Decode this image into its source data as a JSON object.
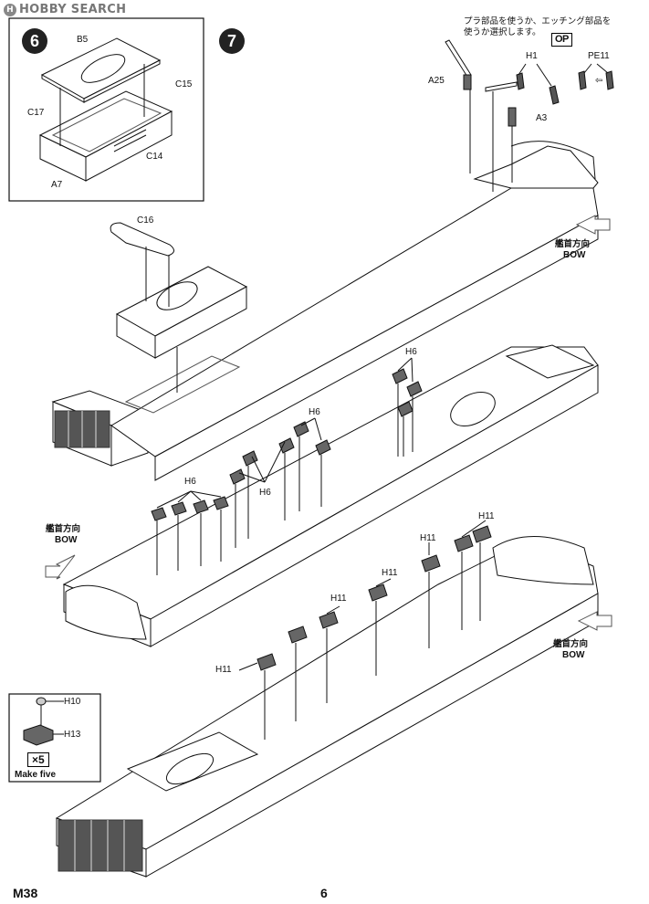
{
  "watermark": {
    "text": "HOBBY SEARCH",
    "logo": "H"
  },
  "steps": {
    "six": "6",
    "seven": "7"
  },
  "step6_parts": {
    "b5": "B5",
    "c15": "C15",
    "c17": "C17",
    "c14": "C14",
    "a7": "A7"
  },
  "note_jp_line1": "プラ部品を使うか、エッチング部品を",
  "note_jp_line2": "使うか選択します。",
  "op_label": "OP",
  "top_parts": {
    "h1": "H1",
    "pe11": "PE11",
    "a25": "A25",
    "a3": "A3",
    "c16": "C16"
  },
  "bow_jp": "艦首方向",
  "bow_en": "BOW",
  "h6": "H6",
  "h11": "H11",
  "sub_assembly": {
    "h10": "H10",
    "h13": "H13",
    "count": "×5",
    "make": "Make five"
  },
  "footer": {
    "code": "M38",
    "page": "6"
  }
}
